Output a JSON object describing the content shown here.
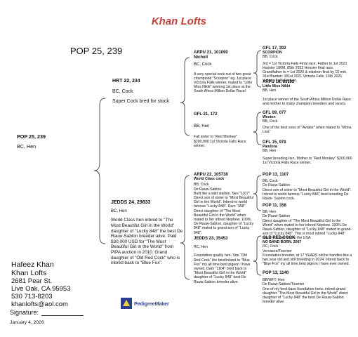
{
  "title": "Khan Lofts",
  "header_pop": "POP 25, 239",
  "subject": {
    "id": "POP 25, 239",
    "desc": "BC, Hen"
  },
  "sire": {
    "id": "HRT 22, 234",
    "desc": "BC, Cock",
    "note": "Super Cock bred for stock"
  },
  "dam": {
    "id": "JEDDS 24, 29833",
    "desc": "BC, Hen",
    "note": "World Class hen inbred to \"The Most Beautiful Girl in the World\" daughter of \"Lucky 848\" the best De Rauw-Sablon breeder alive. Paid $30,000 USD for \"The Most Beautiful Girl in the World\" from PIPA auction in 2010. Grand daughter of \"Old Red Cock\" who is inbred back to \"Blue Fox\"."
  },
  "gs1": {
    "id": "ARPU 21, 101090",
    "name": "Nicholl",
    "desc": "BC, Cock",
    "note": "A very special cock out of two great championd \"Scorpion\" eg. 1st place Victoria Falls winner, mated to \"Little Miss Nikki\" winning 1st place at the South Africa Million Dollar Race!"
  },
  "gd1": {
    "id": "GFL 21, 172",
    "desc": "BB, Hen",
    "note": "Full sister to \"Red Monkey\" $200,000 1st Victoria Falls Race winner."
  },
  "gs2": {
    "id": "ARPU 22, 105738",
    "name": "World Class cock",
    "desc": "BB, Cock",
    "sub": "De Rauw-Sablon",
    "note": "Built like a wild stallion. Sire \"1107\" Direct son of sister to \"Most Beautiful Girl in the World\". Inbred to world famous \"Lucky 848\". Dam \"358\" Direct daughter of \"The Most Beautiful Girl in the World\" when mated to her inbred Nephew. 100% De Rauw-Sablon, daughter of \"Lucky 848\" mated to grand-son of \"Lucky 848\"."
  },
  "gd2": {
    "id": "JEDDS 23, 35453",
    "desc": "RC, Hen",
    "note": "Foundation quality hen, Sire \"Old Red Cock\" the best/inbred to \"Blue Fox\" my all time best pigeon I have owned, Dam \"1104\" bred back to \"Most Beautiful Girl in the World\" daughter of \"Lucky 848\" best De Rauw-Sablon breeder alive."
  },
  "ggp": [
    {
      "id": "GFL 17, 392",
      "name": "SCORPION",
      "desc": "BB, Cock",
      "note": "3rd = 1st Victoria Falls Final race. Father to 1st 2021 Hoosier 180M, 85th 2022 Hoosier final race. Grandfather to = 1st 2020 & elastron final by 10 min, 31st Bantan: 151st 2021 Victoria Falls, 16th 2021 Victoria Falls Enduro."
    },
    {
      "id": "ARPU 18, 83192",
      "name": "Little Miss Nikki",
      "desc": "BB, Hen",
      "note": "1st place winner of the South Africa Million Dollar Race and mother to many champion breeders and racers."
    },
    {
      "id": "GFL 09, 077",
      "name": "Weston",
      "desc": "BB, Cock",
      "note": "One of the best sons of \"Aviator\" when mated to \"Mona Lisa\""
    },
    {
      "id": "GFL 15, 978",
      "name": "Pandora",
      "desc": "BB, Hen",
      "note": "Super breeding hen, Mother to \"Red Monkey\" $200,000 1st Victoria Falls Race winner."
    },
    {
      "id": "POP 13, 1107",
      "name": "",
      "desc": "BB, Cock",
      "sub": "De Rauw-Sablon",
      "note": "Direct son of sister to \"Most Beautiful Girl in the World\". Inbred to world famous \"Lucky 848\" best breeding De Rauw- Sablon cock."
    },
    {
      "id": "POP 11, 358",
      "name": "",
      "desc": "BB, Hen",
      "sub": "De Rauw-Sablon",
      "note": "Direct daughter of \"The Most Beautiful Girl in the World\" when mated to her inbred Nephew. 100% De Rauw-Sablon, daughter of \"Lucky 848\" mated to grand-son of \"Lucky 848\". This is most inbred \"Lucky 848\" blood you can find in the USA."
    },
    {
      "id": "OLD RED COCK",
      "name": "NO BAND BORN. 2007",
      "desc": "RC, Cock",
      "sub": "Vervaeze/Tournier",
      "note": "Foundation breeder, at 17 YEARS old he handles like a two year old and still breeding in 2024. Inbred back to \"Blue Fox\" my all time best pigeon I have ever owned."
    },
    {
      "id": "POP 13, 1140",
      "name": "",
      "desc": "BB/WFT, Hen",
      "sub": "De Rauw-Sablon/Tournier",
      "note": "One of my best base foundation hens, inbred grand daughter \"The Most Beautiful Girl in the World\" direct daughter of \"Lucky 848\" the best De Rauw-Sablon breeder alive."
    }
  ],
  "owner": {
    "name": "Hafeez Khan",
    "loft": "Khan Lofts",
    "street": "2681 Pear St.",
    "city": "Live Oak, CA 95953",
    "phone": "530 713-8203",
    "email": "khanlofts@aol.com"
  },
  "signature_label": "Signature:",
  "date": "January  4, 2026",
  "logo_text": "PedigreeMaker"
}
